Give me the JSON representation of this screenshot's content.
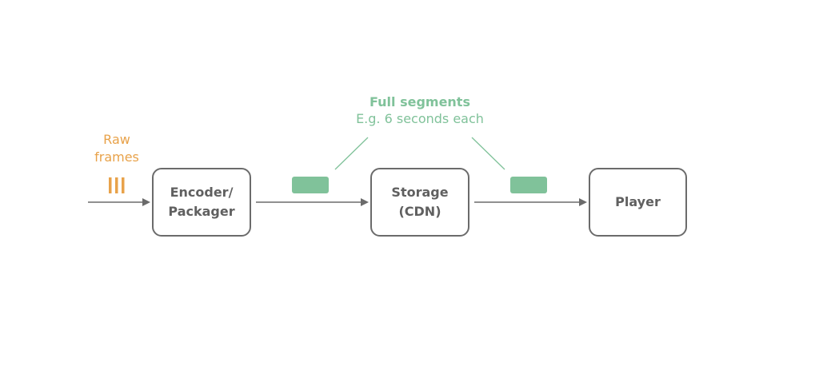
{
  "diagram": {
    "raw_frames_label": "Raw\nframes",
    "segments_title": "Full segments",
    "segments_subtitle": "E.g. 6 seconds each",
    "boxes": {
      "encoder": "Encoder/\nPackager",
      "storage": "Storage\n(CDN)",
      "player": "Player"
    }
  },
  "colors": {
    "line": "#6b6b6b",
    "text": "#606060",
    "raw_frames": "#e8a24a",
    "segment": "#80c29a"
  }
}
